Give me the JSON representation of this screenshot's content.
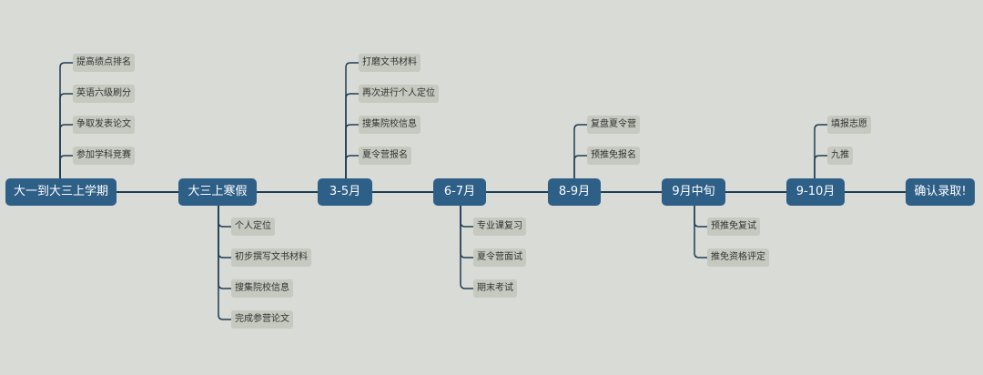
{
  "timeline": {
    "nodes": [
      {
        "label": "大一到大三上学期",
        "items": [
          "提高绩点排名",
          "英语六级刷分",
          "争取发表论文",
          "参加学科竞赛"
        ]
      },
      {
        "label": "大三上寒假",
        "items": [
          "个人定位",
          "初步撰写文书材料",
          "搜集院校信息",
          "完成参营论文"
        ]
      },
      {
        "label": "3-5月",
        "items": [
          "打磨文书材料",
          "再次进行个人定位",
          "搜集院校信息",
          "夏令营报名"
        ]
      },
      {
        "label": "6-7月",
        "items": [
          "专业课复习",
          "夏令营面试",
          "期末考试"
        ]
      },
      {
        "label": "8-9月",
        "items": [
          "复盘夏令营",
          "预推免报名"
        ]
      },
      {
        "label": "9月中旬",
        "items": [
          "预推免复试",
          "推免资格评定"
        ]
      },
      {
        "label": "9-10月",
        "items": [
          "填报志愿",
          "九推"
        ]
      },
      {
        "label": "确认录取!",
        "items": []
      }
    ]
  },
  "colors": {
    "background": "#d8dbd6",
    "node": "#2e5f87",
    "leaf": "#c5c9bf",
    "line": "#1f3d55"
  }
}
